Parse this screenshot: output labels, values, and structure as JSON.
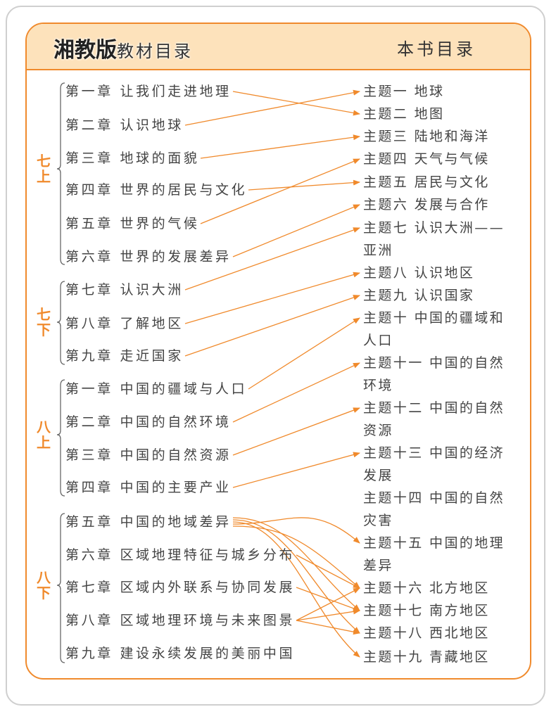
{
  "header": {
    "brand": "湘教版",
    "left_title": "教材目录",
    "right_title": "本书目录"
  },
  "grades": [
    "七上",
    "七下",
    "八上",
    "八下"
  ],
  "chapters": [
    "第一章 让我们走进地理",
    "第二章 认识地球",
    "第三章 地球的面貌",
    "第四章 世界的居民与文化",
    "第五章 世界的气候",
    "第六章 世界的发展差异",
    "第七章 认识大洲",
    "第八章 了解地区",
    "第九章 走近国家",
    "第一章 中国的疆域与人口",
    "第二章 中国的自然环境",
    "第三章 中国的自然资源",
    "第四章 中国的主要产业",
    "第五章 中国的地域差异",
    "第六章 区域地理特征与城乡分布",
    "第七章 区域内外联系与协同发展",
    "第八章 区域地理环境与未来图景",
    "第九章 建设永续发展的美丽中国"
  ],
  "topics": [
    [
      "主题一 地球"
    ],
    [
      "主题二 地图"
    ],
    [
      "主题三 陆地和海洋"
    ],
    [
      "主题四 天气与气候"
    ],
    [
      "主题五 居民与文化"
    ],
    [
      "主题六 发展与合作"
    ],
    [
      "主题七  认识大洲——",
      "亚洲"
    ],
    [
      "主题八 认识地区"
    ],
    [
      "主题九 认识国家"
    ],
    [
      "主题十 中国的疆域和",
      "人口"
    ],
    [
      "主题十一 中国的自然",
      "环境"
    ],
    [
      "主题十二 中国的自然",
      "资源"
    ],
    [
      "主题十三 中国的经济",
      "发展"
    ],
    [
      "主题十四 中国的自然",
      "灾害"
    ],
    [
      "主题十五 中国的地理",
      "差异"
    ],
    [
      "主题十六 北方地区"
    ],
    [
      "主题十七 南方地区"
    ],
    [
      "主题十八 西北地区"
    ],
    [
      "主题十九 青藏地区"
    ]
  ],
  "links": [
    [
      0,
      1
    ],
    [
      1,
      0
    ],
    [
      2,
      2
    ],
    [
      3,
      4
    ],
    [
      4,
      3
    ],
    [
      5,
      5
    ],
    [
      6,
      6
    ],
    [
      7,
      7
    ],
    [
      8,
      8
    ],
    [
      9,
      9
    ],
    [
      10,
      10
    ],
    [
      11,
      11
    ],
    [
      12,
      12
    ],
    [
      13,
      14
    ],
    [
      13,
      15
    ],
    [
      13,
      16
    ],
    [
      13,
      17
    ],
    [
      13,
      18
    ],
    [
      14,
      15
    ],
    [
      15,
      16
    ],
    [
      16,
      15
    ],
    [
      16,
      16
    ],
    [
      16,
      17
    ]
  ],
  "colors": {
    "accent": "#f08a2c",
    "header_bg": "#fde2bb"
  }
}
